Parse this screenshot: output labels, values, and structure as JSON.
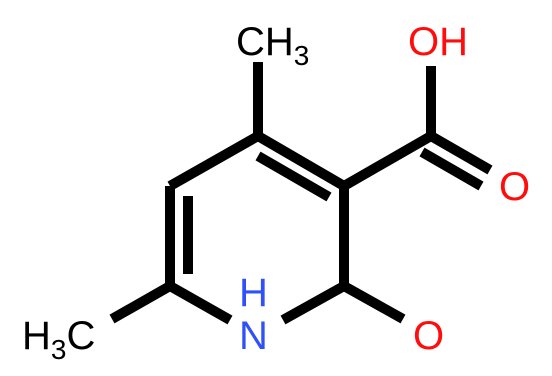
{
  "molecule": {
    "atoms": {
      "methyl_top": {
        "main": "CH",
        "sub": "3"
      },
      "methyl_left": {
        "main": "H",
        "sub": "3",
        "tail": "C"
      },
      "hydroxyl": {
        "text": "OH"
      },
      "carbonyl_acid": {
        "text": "O"
      },
      "ring_nh": {
        "text": "N",
        "h": "H"
      },
      "ketone_o": {
        "text": "O"
      }
    }
  },
  "colors": {
    "carbon": "#000000",
    "oxygen": "#ff0d0d",
    "nitrogen": "#3050f8",
    "background": "#ffffff"
  }
}
